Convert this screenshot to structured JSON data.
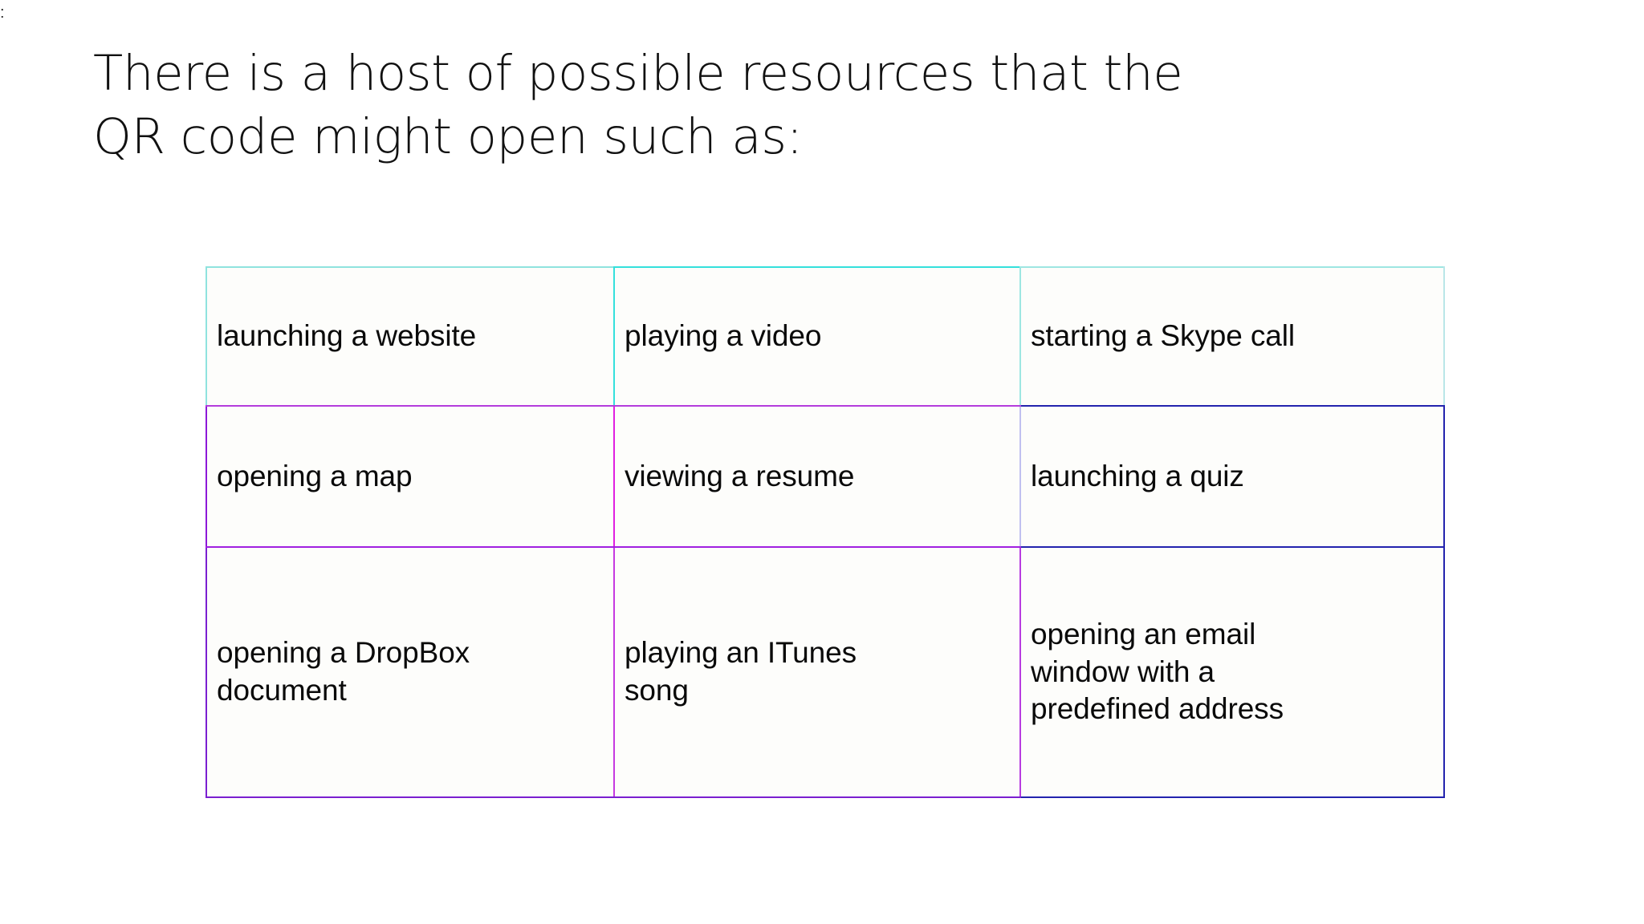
{
  "slide": {
    "corner_mark": ":",
    "title": "There is a host of possible resources that the\nQR code might open such as:",
    "background_color": "#ffffff",
    "text_color": "#111111"
  },
  "table": {
    "cell_background": "#fdfdfb",
    "rows": [
      {
        "cells": [
          {
            "text": "launching a website",
            "border_color": "#34e0dc"
          },
          {
            "text": "playing a video",
            "border_color": "#34e0dc"
          },
          {
            "text": "starting a Skype call",
            "border_color": "#9de6e2"
          }
        ]
      },
      {
        "cells": [
          {
            "text": "opening a map",
            "border_color": "#b43cdc"
          },
          {
            "text": "viewing a resume",
            "border_color": "#e01fe0"
          },
          {
            "text": "launching a quiz",
            "border_color": "#2323ae"
          }
        ]
      },
      {
        "cells": [
          {
            "text": "opening a DropBox\ndocument",
            "border_color": "#7b1fd0"
          },
          {
            "text": "playing an ITunes\nsong",
            "border_color": "#a020e0"
          },
          {
            "text": "opening an email\nwindow with a\npredefined address",
            "border_color": "#2323ae"
          }
        ]
      }
    ]
  }
}
